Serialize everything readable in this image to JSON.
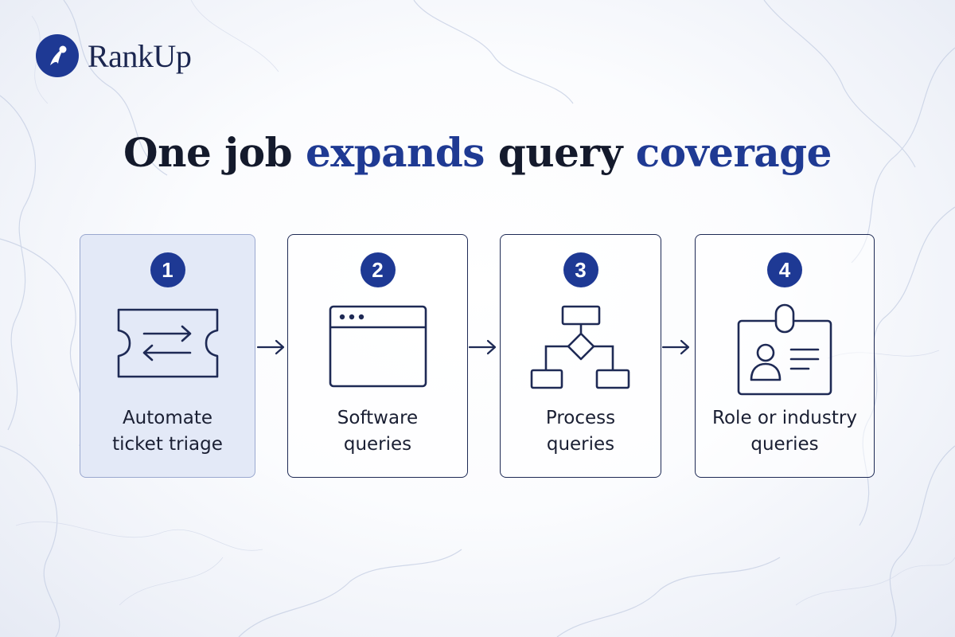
{
  "brand": {
    "name": "RankUp",
    "icon": "comet-icon"
  },
  "headline": {
    "part1": "One job ",
    "accent1": "expands",
    "part2": " query ",
    "accent2": "coverage"
  },
  "steps": [
    {
      "number": "1",
      "label": "Automate\nticket triage",
      "icon": "ticket-icon",
      "active": true
    },
    {
      "number": "2",
      "label": "Software\nqueries",
      "icon": "browser-window-icon",
      "active": false
    },
    {
      "number": "3",
      "label": "Process\nqueries",
      "icon": "flowchart-icon",
      "active": false
    },
    {
      "number": "4",
      "label": "Role or industry\nqueries",
      "icon": "id-badge-icon",
      "active": false
    }
  ],
  "colors": {
    "accent": "#1f3a93",
    "badge": "#1e3994",
    "outline": "#1e2a55",
    "active_card": "#e3e9f7"
  }
}
